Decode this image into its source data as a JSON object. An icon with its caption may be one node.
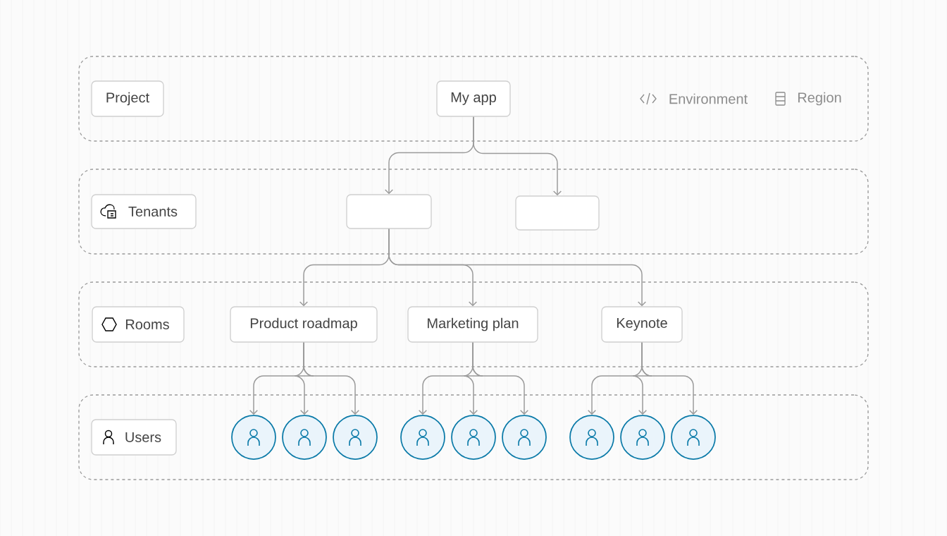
{
  "diagram": {
    "nodes": [
      {
        "text": [],
        "shape": "box"
      },
      {
        "text": [
          "Project"
        ],
        "in": 0
      },
      {
        "text": [
          "My app"
        ],
        "in": 0
      },
      {
        "text": [],
        "shape": "box"
      },
      {
        "text": [
          "Tenants"
        ],
        "in": 3
      },
      {
        "text": [],
        "shape": "box",
        "in": 3
      },
      {
        "text": [],
        "shape": "box",
        "in": 3
      },
      {
        "text": [],
        "shape": "box"
      },
      {
        "text": [
          "Rooms"
        ],
        "in": 7
      },
      {
        "text": [
          "Product roadmap"
        ],
        "in": 7
      },
      {
        "text": [
          "Marketing plan"
        ],
        "in": 7
      },
      {
        "text": [
          "Keynote"
        ],
        "in": 7
      },
      {
        "text": [],
        "shape": "box"
      },
      {
        "text": [
          "Users"
        ],
        "in": 12
      },
      {
        "text": [],
        "shape": "circle",
        "in": 12
      },
      {
        "text": [],
        "shape": "circle",
        "in": 12
      },
      {
        "text": [],
        "shape": "circle",
        "in": 12
      },
      {
        "text": [],
        "shape": "circle",
        "in": 12
      },
      {
        "text": [],
        "shape": "circle",
        "in": 12
      },
      {
        "text": [],
        "shape": "circle",
        "in": 12
      },
      {
        "text": [],
        "shape": "circle",
        "in": 12
      },
      {
        "text": [],
        "shape": "circle",
        "in": 12
      },
      {
        "text": [],
        "shape": "circle",
        "in": 12
      }
    ],
    "edges": [
      {
        "from": 2,
        "to": 5,
        "arrow": "to"
      },
      {
        "from": 2,
        "to": 6,
        "arrow": "to"
      },
      {
        "from": 5,
        "to": 9,
        "arrow": "to"
      },
      {
        "from": 5,
        "to": 10,
        "arrow": "to"
      },
      {
        "from": 5,
        "to": 11,
        "arrow": "to"
      },
      {
        "from": 9,
        "to": 14,
        "arrow": "to"
      },
      {
        "from": 9,
        "to": 15,
        "arrow": "to"
      },
      {
        "from": 9,
        "to": 16,
        "arrow": "to"
      },
      {
        "from": 10,
        "to": 17,
        "arrow": "to"
      },
      {
        "from": 10,
        "to": 18,
        "arrow": "to"
      },
      {
        "from": 10,
        "to": 19,
        "arrow": "to"
      },
      {
        "from": 11,
        "to": 20,
        "arrow": "to"
      },
      {
        "from": 11,
        "to": 21,
        "arrow": "to"
      },
      {
        "from": 11,
        "to": 22,
        "arrow": "to"
      }
    ],
    "labels": [
      "Environment",
      "Region"
    ]
  }
}
